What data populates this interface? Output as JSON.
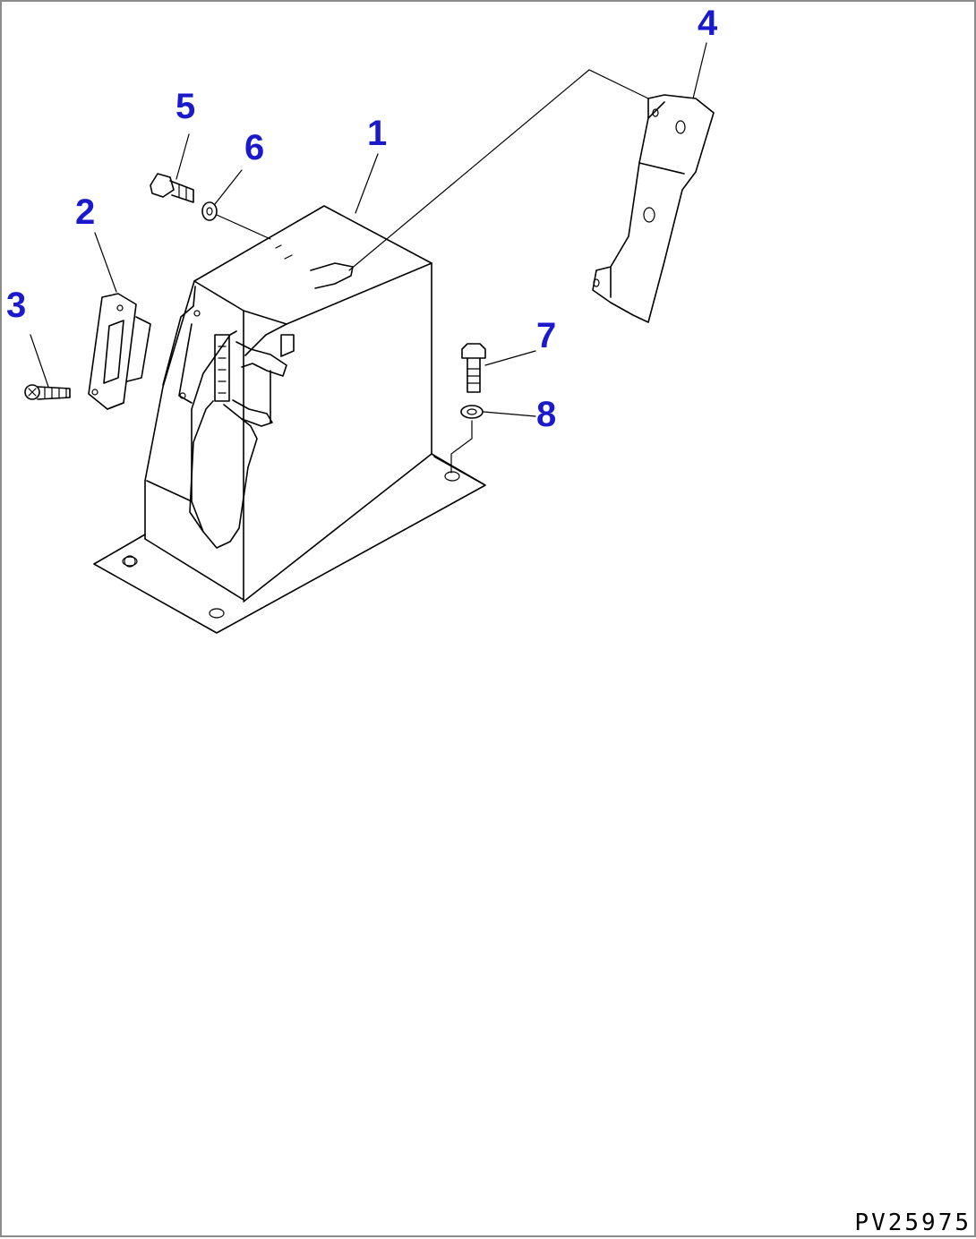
{
  "drawing": {
    "reference_code": "PV25975",
    "label_color": "#1a1acc",
    "line_color": "#000000",
    "callouts": [
      {
        "id": "1",
        "part": "console-box"
      },
      {
        "id": "2",
        "part": "plate"
      },
      {
        "id": "3",
        "part": "screw"
      },
      {
        "id": "4",
        "part": "bracket"
      },
      {
        "id": "5",
        "part": "bolt"
      },
      {
        "id": "6",
        "part": "washer"
      },
      {
        "id": "7",
        "part": "bolt"
      },
      {
        "id": "8",
        "part": "washer"
      }
    ]
  }
}
